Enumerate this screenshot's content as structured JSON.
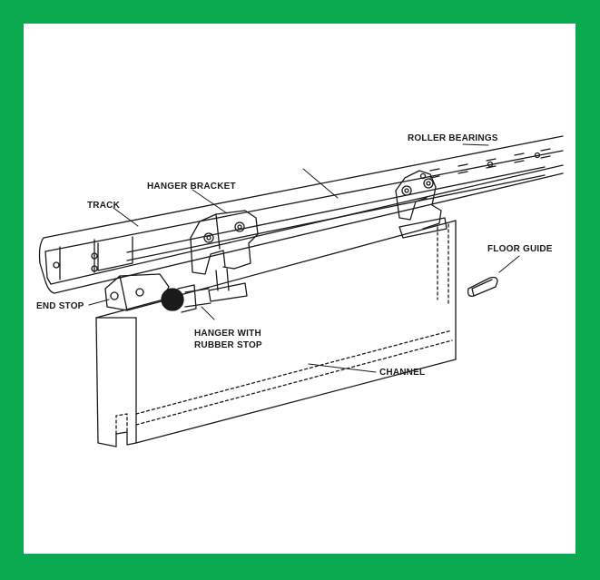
{
  "colors": {
    "border": "#0aa84f",
    "background": "#ffffff",
    "ink": "#1a1a1a"
  },
  "labels": {
    "roller_bearings": "ROLLER BEARINGS",
    "hanger_bracket": "HANGER BRACKET",
    "track": "TRACK",
    "floor_guide": "FLOOR GUIDE",
    "end_stop": "END STOP",
    "hanger_with": "HANGER WITH",
    "rubber_stop": "RUBBER STOP",
    "channel": "CHANNEL"
  }
}
